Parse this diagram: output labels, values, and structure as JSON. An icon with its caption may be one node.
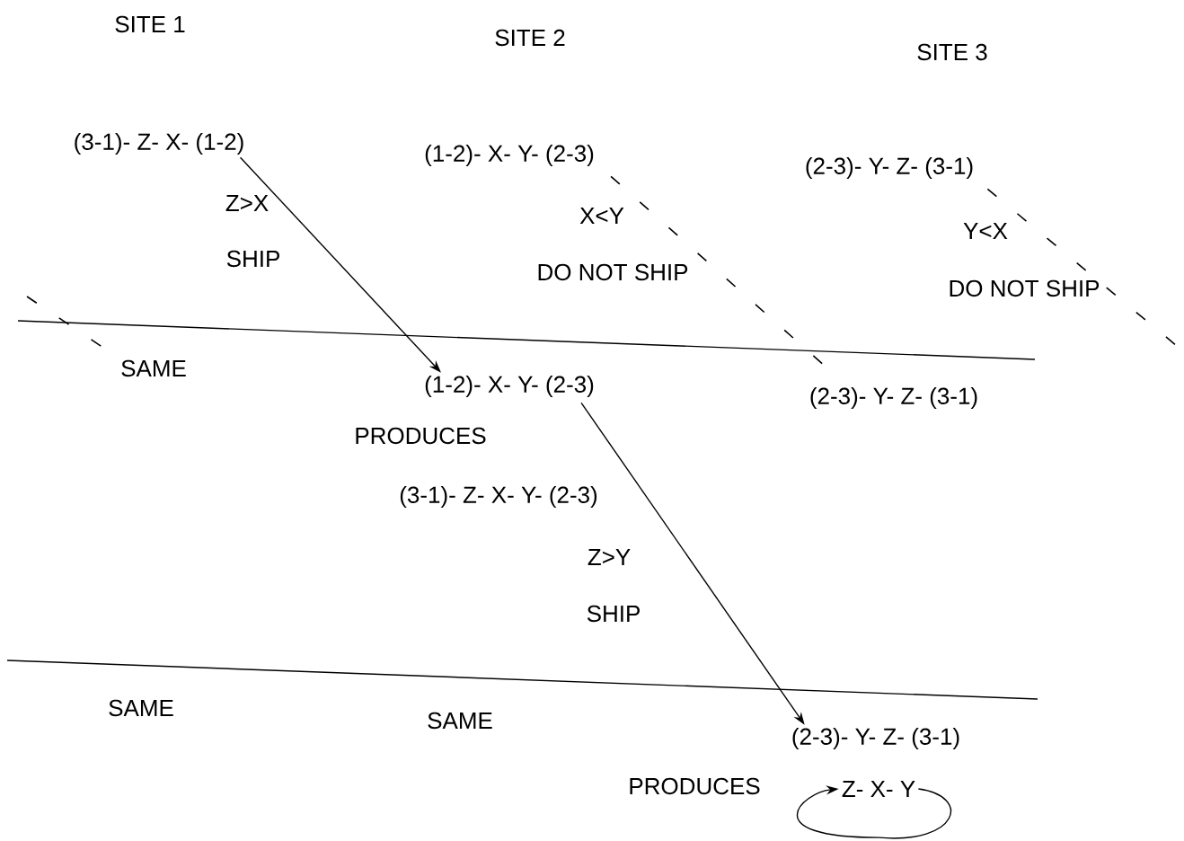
{
  "diagram": {
    "nodes": [
      {
        "text": [
          "(3-1)- Z- X- (1-2)"
        ]
      },
      {
        "text": [
          "(1-2)- X- Y- (2-3)"
        ]
      },
      {
        "text": [
          "(2-3)- Y- Z- (3-1)"
        ]
      },
      {
        "text": [
          "SAME"
        ]
      },
      {
        "text": [
          "(1-2)- X- Y- (2-3)"
        ]
      },
      {
        "text": [
          "(2-3)- Y- Z- (3-1)"
        ]
      },
      {
        "text": [
          "(3-1)- Z- X- Y- (2-3)"
        ]
      },
      {
        "text": [
          "(2-3)- Y- Z- (3-1)"
        ]
      },
      {
        "text": [
          "Z- X- Y"
        ]
      }
    ],
    "edges": [
      {
        "from": 0,
        "to": 4,
        "arrow": "to"
      },
      {
        "from": 1,
        "to": 5,
        "arrow": "none",
        "style": "dashed"
      },
      {
        "from": 2,
        "to": null,
        "arrow": "none",
        "style": "dashed"
      },
      {
        "from": null,
        "to": 3,
        "arrow": "none",
        "style": "dashed"
      },
      {
        "from": 4,
        "to": 7,
        "arrow": "to"
      },
      {
        "from": 8,
        "to": 8,
        "arrow": "to"
      }
    ],
    "labels": [
      "SITE 1",
      "SITE 2",
      "SITE 3",
      "Z>X",
      "SHIP",
      "X<Y",
      "DO NOT SHIP",
      "Y<X",
      "DO NOT SHIP",
      "PRODUCES",
      "Z>Y",
      "SHIP",
      "SAME",
      "SAME",
      "PRODUCES"
    ]
  }
}
